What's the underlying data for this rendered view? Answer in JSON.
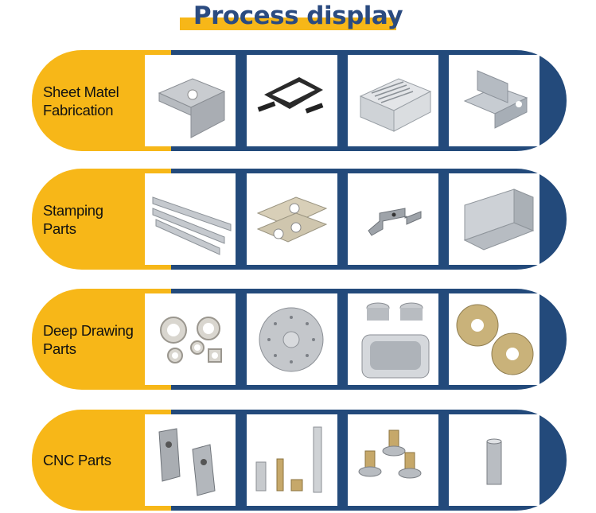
{
  "title": "Process display",
  "colors": {
    "navy": "#234a7b",
    "yellow": "#f7b718",
    "title": "#2b4b80"
  },
  "rows": [
    {
      "label_line1": "Sheet Matel",
      "label_line2": "Fabrication",
      "tiles": [
        "bent-bracket-image",
        "black-frame-image",
        "vented-cover-image",
        "chassis-image"
      ]
    },
    {
      "label_line1": "Stamping",
      "label_line2": "Parts",
      "tiles": [
        "slotted-rails-image",
        "stamped-clip-image",
        "hat-bracket-image",
        "channel-bracket-image"
      ]
    },
    {
      "label_line1": "Deep Drawing",
      "label_line2": "Parts",
      "tiles": [
        "washers-image",
        "perforated-disc-image",
        "cups-tray-image",
        "flanged-caps-image"
      ]
    },
    {
      "label_line1": "CNC Parts",
      "label_line2": "",
      "tiles": [
        "angle-blocks-image",
        "turned-pins-image",
        "nozzles-image",
        "sleeve-image"
      ]
    }
  ]
}
